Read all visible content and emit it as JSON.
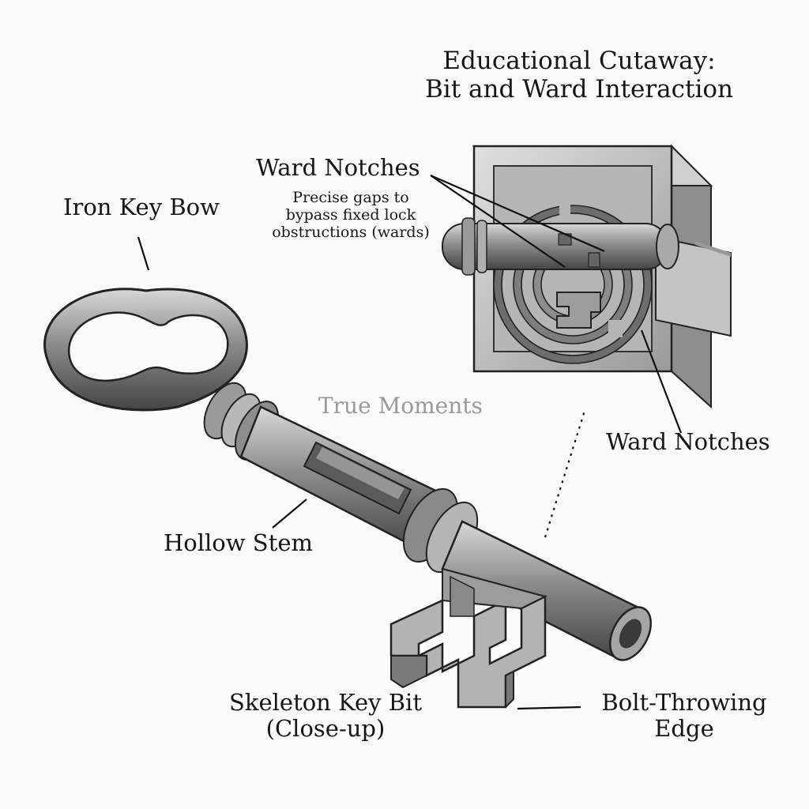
{
  "title": {
    "line1": "Educational Cutaway:",
    "line2": "Bit and Ward Interaction"
  },
  "labels": {
    "ward_notches_top": "Ward Notches",
    "ward_notches_desc": [
      "Precise gaps to",
      "bypass fixed lock",
      "obstructions (wards)"
    ],
    "iron_key_bow": "Iron Key Bow",
    "watermark": "True Moments",
    "ward_notches_right": "Ward Notches",
    "hollow_stem": "Hollow Stem",
    "skeleton_key_bit": [
      "Skeleton Key Bit",
      "(Close-up)"
    ],
    "bolt_throwing_edge": [
      "Bolt-Throwing",
      "Edge"
    ]
  },
  "colors": {
    "ink": "#161616",
    "iron_dark": "#4a4a4a",
    "iron_mid": "#8a8a8a",
    "iron_light": "#c9c9c9",
    "watermark": "#9a9a9a",
    "paper": "#fbfbf9"
  }
}
